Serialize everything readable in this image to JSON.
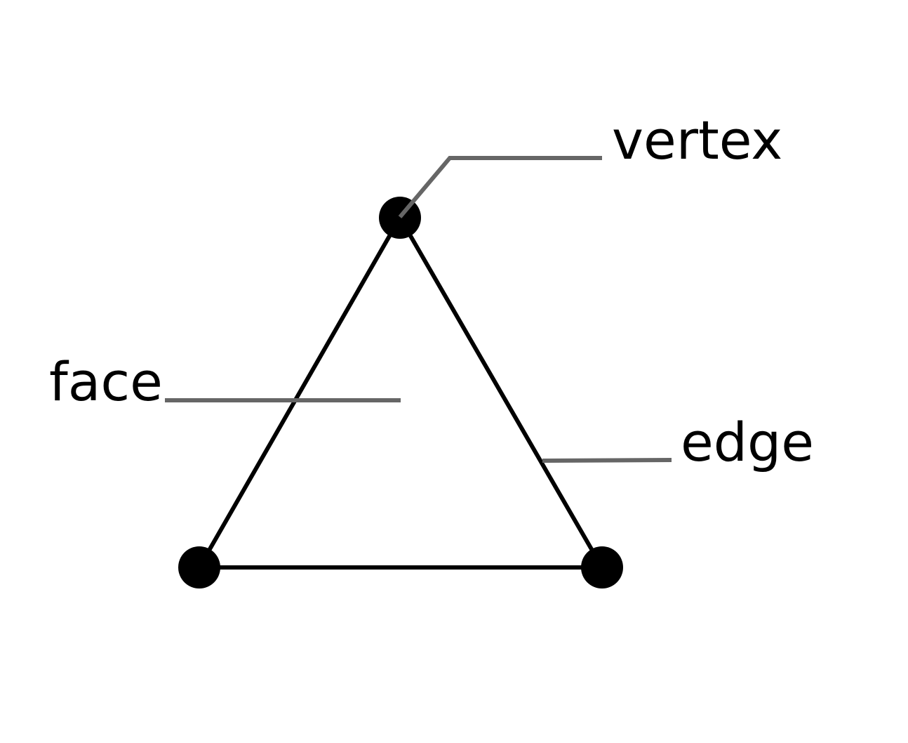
{
  "labels": {
    "vertex": "vertex",
    "face": "face",
    "edge": "edge"
  },
  "colors": {
    "background": "#ffffff",
    "shape": "#000000",
    "leader": "#666666",
    "text": "#000000"
  }
}
